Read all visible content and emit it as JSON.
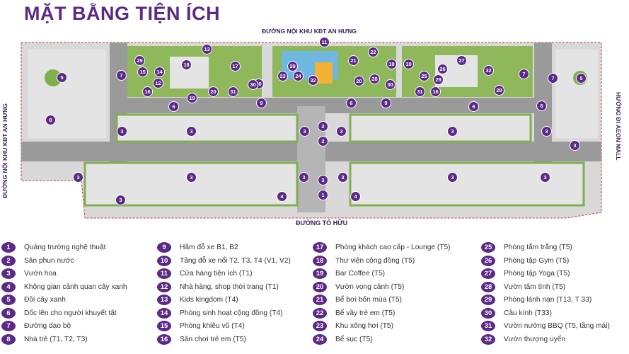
{
  "page": {
    "title": "MẶT BẰNG TIỆN ÍCH",
    "roads": {
      "top": "ĐƯỜNG NỘI KHU KĐT AN HƯNG",
      "bottom": "ĐƯỜNG TỐ HỮU",
      "left": "ĐƯỜNG NỘI KHU KĐT AN HƯNG",
      "right": "HƯỚNG ĐI AEON MALL"
    },
    "colors": {
      "accent": "#5b2a86",
      "road": "#9a9a9a",
      "greenery": "#7fb04d",
      "roof": "#e4e4e4",
      "pool": "#6db7e0"
    }
  },
  "map_markers": [
    {
      "n": "11"
    },
    {
      "n": "22"
    },
    {
      "n": "21"
    },
    {
      "n": "29"
    },
    {
      "n": "23"
    },
    {
      "n": "24"
    },
    {
      "n": "32"
    },
    {
      "n": "30"
    },
    {
      "n": "10"
    },
    {
      "n": "20"
    },
    {
      "n": "28"
    },
    {
      "n": "29"
    },
    {
      "n": "15"
    },
    {
      "n": "14"
    },
    {
      "n": "18"
    },
    {
      "n": "13"
    },
    {
      "n": "17"
    },
    {
      "n": "7"
    },
    {
      "n": "12"
    },
    {
      "n": "16"
    },
    {
      "n": "19"
    },
    {
      "n": "20"
    },
    {
      "n": "31"
    },
    {
      "n": "30"
    },
    {
      "n": "6"
    },
    {
      "n": "9"
    },
    {
      "n": "10"
    },
    {
      "n": "26"
    },
    {
      "n": "27"
    },
    {
      "n": "32"
    },
    {
      "n": "25"
    },
    {
      "n": "29"
    },
    {
      "n": "7"
    },
    {
      "n": "31"
    },
    {
      "n": "16"
    },
    {
      "n": "30"
    },
    {
      "n": "28"
    },
    {
      "n": "6"
    },
    {
      "n": "9"
    },
    {
      "n": "6"
    },
    {
      "n": "6"
    },
    {
      "n": "5"
    },
    {
      "n": "7"
    },
    {
      "n": "5"
    },
    {
      "n": "3"
    },
    {
      "n": "3"
    },
    {
      "n": "3"
    },
    {
      "n": "3"
    },
    {
      "n": "2"
    },
    {
      "n": "2"
    },
    {
      "n": "3"
    },
    {
      "n": "3"
    },
    {
      "n": "3"
    },
    {
      "n": "3"
    },
    {
      "n": "3"
    },
    {
      "n": "3"
    },
    {
      "n": "3"
    },
    {
      "n": "3"
    },
    {
      "n": "3"
    },
    {
      "n": "3"
    },
    {
      "n": "1"
    },
    {
      "n": "3"
    },
    {
      "n": "4"
    },
    {
      "n": "4"
    },
    {
      "n": "8"
    }
  ],
  "legend": [
    {
      "n": "1",
      "label": "Quảng trường nghệ thuật"
    },
    {
      "n": "2",
      "label": "Sân phun nước"
    },
    {
      "n": "3",
      "label": "Vườn hoa"
    },
    {
      "n": "4",
      "label": "Không gian cảnh quan cây xanh"
    },
    {
      "n": "5",
      "label": "Đồi cây xanh"
    },
    {
      "n": "6",
      "label": "Dốc lên cho người khuyết tật"
    },
    {
      "n": "7",
      "label": "Đường dạo bộ"
    },
    {
      "n": "8",
      "label": "Nhà trẻ (T1, T2, T3)"
    },
    {
      "n": "9",
      "label": "Hầm đỗ xe B1, B2"
    },
    {
      "n": "10",
      "label": "Tầng đỗ xe nổi T2, T3, T4 (V1, V2)"
    },
    {
      "n": "11",
      "label": "Cửa hàng tiện ích (T1)"
    },
    {
      "n": "12",
      "label": "Nhà hàng, shop thời trang (T1)"
    },
    {
      "n": "13",
      "label": "Kids kingdom (T4)"
    },
    {
      "n": "14",
      "label": "Phòng sinh hoạt cộng đồng (T4)"
    },
    {
      "n": "15",
      "label": "Phòng khiêu vũ (T4)"
    },
    {
      "n": "16",
      "label": "Sân chơi trẻ em (T5)"
    },
    {
      "n": "17",
      "label": "Phòng khách cao cấp - Lounge (T5)"
    },
    {
      "n": "18",
      "label": "Thư viện cộng đồng (T5)"
    },
    {
      "n": "19",
      "label": "Bar Coffee (T5)"
    },
    {
      "n": "20",
      "label": "Vườn vọng cảnh (T5)"
    },
    {
      "n": "21",
      "label": "Bể bơi bốn mùa (T5)"
    },
    {
      "n": "22",
      "label": "Bể vầy trẻ em (T5)"
    },
    {
      "n": "23",
      "label": "Khu xông hơi (T5)"
    },
    {
      "n": "24",
      "label": "Bể sục (T5)"
    },
    {
      "n": "25",
      "label": "Phòng tắm trắng (T5)"
    },
    {
      "n": "26",
      "label": "Phòng tập Gym (T5)"
    },
    {
      "n": "27",
      "label": "Phòng tập Yoga (T5)"
    },
    {
      "n": "28",
      "label": "Vườn tâm tình (T5)"
    },
    {
      "n": "29",
      "label": "Phòng lánh nạn (T13, T 33)"
    },
    {
      "n": "30",
      "label": "Cầu kính (T33)"
    },
    {
      "n": "31",
      "label": "Vườn nướng BBQ (T5, tầng mái)"
    },
    {
      "n": "32",
      "label": "Vườn thượng uyển"
    }
  ]
}
